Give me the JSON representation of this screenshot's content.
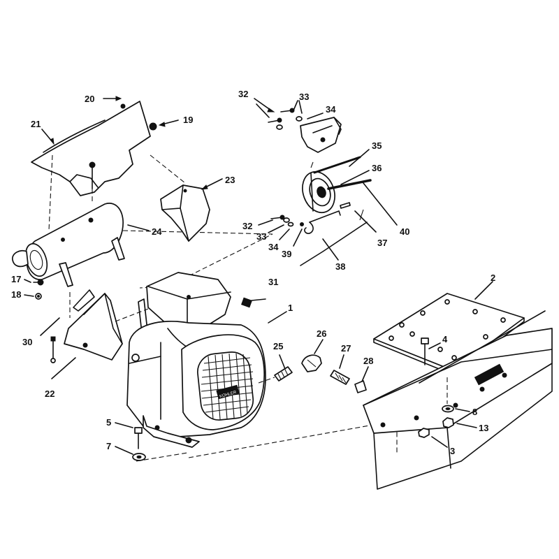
{
  "labels": {
    "l1": "1",
    "l2": "2",
    "l3": "3",
    "l4": "4",
    "l5": "5",
    "l7": "7",
    "l8": "8",
    "l13": "13",
    "l17": "17",
    "l18": "18",
    "l19": "19",
    "l20": "20",
    "l21": "21",
    "l22": "22",
    "l23": "23",
    "l24": "24",
    "l25": "25",
    "l26": "26",
    "l27": "27",
    "l28": "28",
    "l30": "30",
    "l31": "31",
    "l32a": "32",
    "l33a": "33",
    "l34a": "34",
    "l35": "35",
    "l36": "36",
    "l32b": "32",
    "l33b": "33",
    "l34b": "34",
    "l39": "39",
    "l38": "38",
    "l37": "37",
    "l40": "40"
  },
  "brand_plate": "KOHLER"
}
